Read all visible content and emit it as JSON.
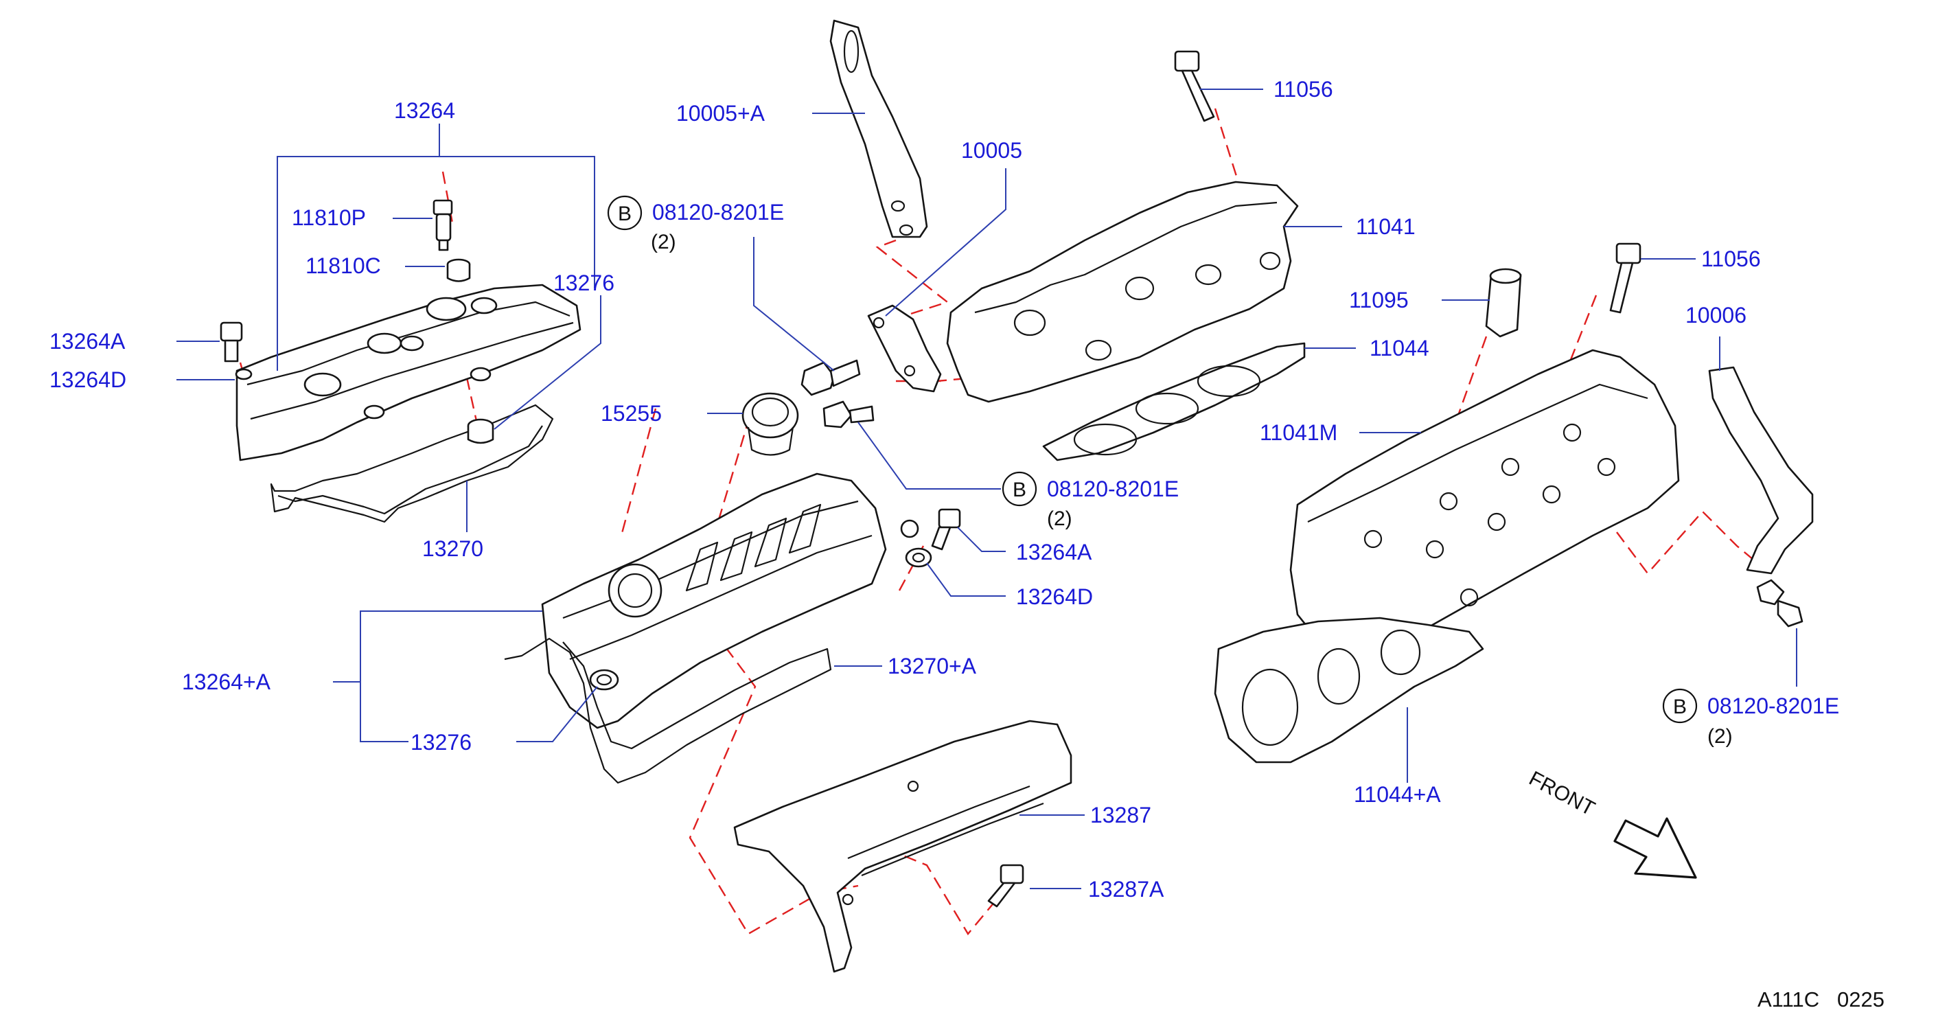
{
  "diagram_code": "A111C   0225",
  "front_label": "FRONT",
  "bolt_symbol": "B",
  "labels": {
    "p13264": "13264",
    "p11810P": "11810P",
    "p11810C": "11810C",
    "p13276_top": "13276",
    "p13264A_left": "13264A",
    "p13264D_left": "13264D",
    "p13270": "13270",
    "p10005A": "10005+A",
    "p10005": "10005",
    "p08120_top": "08120-8201E",
    "qty_top": "(2)",
    "p15255": "15255",
    "p08120_mid": "08120-8201E",
    "qty_mid": "(2)",
    "p13264A_mid": "13264A",
    "p13264D_mid": "13264D",
    "p13264plusA": "13264+A",
    "p13270plusA": "13270+A",
    "p13276_bottom": "13276",
    "p13287": "13287",
    "p13287A": "13287A",
    "p11056_top": "11056",
    "p11041": "11041",
    "p11044": "11044",
    "p11095": "11095",
    "p11056_right": "11056",
    "p10006": "10006",
    "p11041M": "11041M",
    "p11044plusA": "11044+A",
    "p08120_right": "08120-8201E",
    "qty_right": "(2)"
  },
  "colors": {
    "label": "#1a1ad6",
    "leader": "#2d3fb0",
    "dashed_guide": "#e02020",
    "outline": "#151515"
  }
}
